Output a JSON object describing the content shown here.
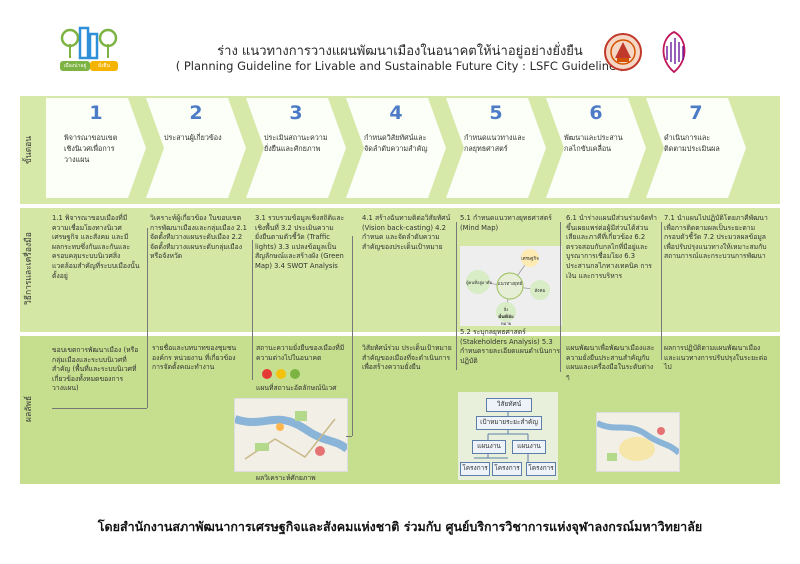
{
  "header": {
    "title_th": "ร่าง แนวทางการวางแผนพัฒนาเมืองในอนาคตให้น่าอยู่อย่างยั่งยืน",
    "title_en": "( Planning Guideline for Livable and Sustainable Future City : LSFC Guideline )",
    "logo_text_a": "เมืองน่าอยู่",
    "logo_text_b": "ยั่งยืน"
  },
  "row_labels": {
    "steps": "ขั้นตอน",
    "methods": "วิธีการและเครื่องมือ",
    "outputs": "ผลลัพธ์"
  },
  "steps": [
    {
      "num": "1",
      "text": "พิจารณาขอบเขตเชิงนิเวศเพื่อการวางแผน"
    },
    {
      "num": "2",
      "text": "ประสานผู้เกี่ยวข้อง"
    },
    {
      "num": "3",
      "text": "ประเมินสถานะความยั่งยืนและศักยภาพ"
    },
    {
      "num": "4",
      "text": "กำหนดวิสัยทัศน์และจัดลำดับความสำคัญ"
    },
    {
      "num": "5",
      "text": "กำหนดแนวทางและกลยุทธศาสตร์"
    },
    {
      "num": "6",
      "text": "พัฒนาและประสานกลไกขับเคลื่อน"
    },
    {
      "num": "7",
      "text": "ดำเนินการและติดตามประเมินผล"
    }
  ],
  "methods": {
    "m1": "1.1 พิจารณาขอบเมืองที่มีความเชื่อมโยงทางนิเวศ เศรษฐกิจ และสังคม และมีผลกระทบซึ่งกันและกันและครอบคลุมระบบนิเวศสิ่งแวดล้อมสำคัญที่ระบบเมืองนั้นตั้งอยู่",
    "m2": "วิเคราะห์ผู้เกี่ยวข้อง ในขอบเขตการพัฒนาเมืองและกลุ่มเมือง 2.1 จัดตั้งทีมวางแผนระดับเมือง 2.2 จัดตั้งทีมวางแผนระดับกลุ่มเมืองหรือจังหวัด",
    "m3": "3.1 รวบรวมข้อมูลเชิงสถิติและเชิงพื้นที่ 3.2 ประเมินความยั่งยืนตามตัวชี้วัด (Traffic lights) 3.3 แปลงข้อมูลเป็นสัญลักษณ์และสร้างผัง (Green Map) 3.4 SWOT Analysis",
    "m4": "4.1 สร้างฉันทามติต่อวิสัยทัศน์ (Vision back-casting) 4.2 กำหนด และจัดลำดับความสำคัญของประเด็นเป้าหมาย",
    "m5": "5.1 กำหนดแนวทางยุทธศาสตร์ (Mind Map)",
    "m6": "6.1 นำร่างแผนมีส่วนร่วมจัดทำขึ้นเผยแพร่ต่อผู้มีส่วนได้ส่วนเสียและภาคีที่เกี่ยวข้อง 6.2 ตรวจสอบกับกลไกที่มีอยู่และบูรณาการเชื่อมโยง 6.3 ประสานกลไกทางเทคนิค การเงิน และการบริหาร",
    "m7": "7.1 นำแผนไปปฏิบัติโดยภาคีพัฒนาเพื่อการติดตามผลเป็นระยะตามกรอบตัวชี้วัด 7.2 ประมวลผลข้อมูลเพื่อปรับปรุงแนวทางให้เหมาะสมกับสถานการณ์และกระบวนการพัฒนา",
    "m5b": "5.2 ระบุกลยุทธศาสตร์ (Stakeholders Analysis) 5.3 กำหนดรายละเอียดแผนดำเนินการปฏิบัติ"
  },
  "mindmap": {
    "center": "แนวทางยุทธ์",
    "nodes": [
      "เศรษฐกิจ",
      "ผู้คนที่อยู่อาศัย",
      "สังคม",
      "สิ่งแวดล้อม",
      "พื้นที่เป้าหมาย"
    ]
  },
  "outputs": {
    "o1": "ขอบเขตการพัฒนาเมือง (หรือกลุ่มเมืองและระบบนิเวศที่สำคัญ (พื้นที่และระบบนิเวศที่เกี่ยวข้องทั้งหมดของการวางแผน)",
    "o2": "รายชื่อและบทบาทของชุมชน องค์กร หน่วยงาน ที่เกี่ยวข้อง การจัดตั้งคณะทำงาน",
    "o3a": "สถานะความยั่งยืนของเมืองที่มีความต่างไปในอนาคต",
    "o3b": "แผนที่สถานะอัตลักษณ์นิเวศ",
    "o3c": "ผลวิเคราะห์ศักยภาพ",
    "o4": "วิสัยทัศน์ร่วม ประเด็นเป้าหมายสำคัญของเมืองที่จะดำเนินการเพื่อสร้างความยั่งยืน",
    "o6": "แผนพัฒนาเพื่อพัฒนาเมืองและความยั่งยืนประสานสำคัญกับแผนและเครื่องมือในระดับต่าง ๆ",
    "o7": "ผลการปฏิบัติตามแผนพัฒนาเมืองและแนวทางการปรับปรุงในระยะต่อไป"
  },
  "orgchart": {
    "vision": "วิสัยทัศน์",
    "goal": "เป้าหมายระยะสำคัญ",
    "plan_a": "แผนงาน",
    "plan_b": "แผนงาน",
    "proj_a": "โครงการ",
    "proj_b": "โครงการ",
    "proj_c": "โครงการ"
  },
  "footer": {
    "text": "โดยสำนักงานสภาพัฒนาการเศรษฐกิจและสังคมแห่งชาติ ร่วมกับ ศูนย์บริการวิชาการแห่งจุฬาลงกรณ์มหาวิทยาลัย"
  },
  "colors": {
    "row_top": "#d6e9a8",
    "row_mid": "#d4e7a5",
    "row_bottom": "#c6df8e",
    "chevron": "#ffffff",
    "step_number": "#4d7cc7",
    "traffic_red": "#e53935",
    "traffic_yellow": "#f4c20d",
    "traffic_green": "#7cb342"
  }
}
